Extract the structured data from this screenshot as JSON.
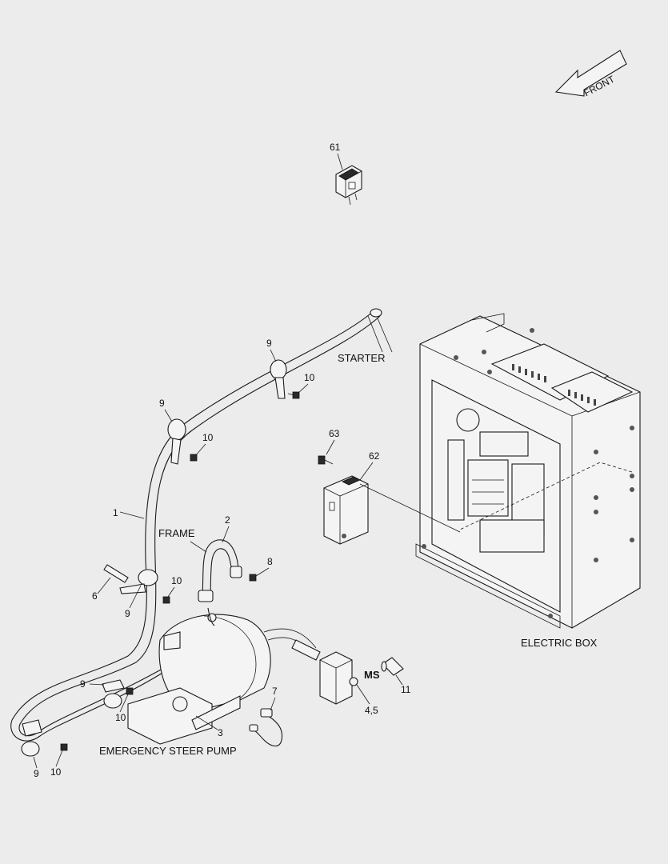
{
  "front_arrow": {
    "label": "FRONT"
  },
  "callouts": {
    "c61": "61",
    "c63": "63",
    "c62": "62",
    "c9a": "9",
    "c10a": "10",
    "c9b": "9",
    "c10b": "10",
    "c1": "1",
    "c2": "2",
    "c8": "8",
    "c6": "6",
    "c10c": "10",
    "c9c": "9",
    "c9d": "9",
    "c10d": "10",
    "c3": "3",
    "c7": "7",
    "c11": "11",
    "c45": "4,5",
    "c9e": "9",
    "c10e": "10",
    "ms": "MS"
  },
  "labels": {
    "starter": "STARTER",
    "frame": "FRAME",
    "electric_box": "ELECTRIC BOX",
    "emergency_steer_pump": "EMERGENCY STEER PUMP"
  }
}
